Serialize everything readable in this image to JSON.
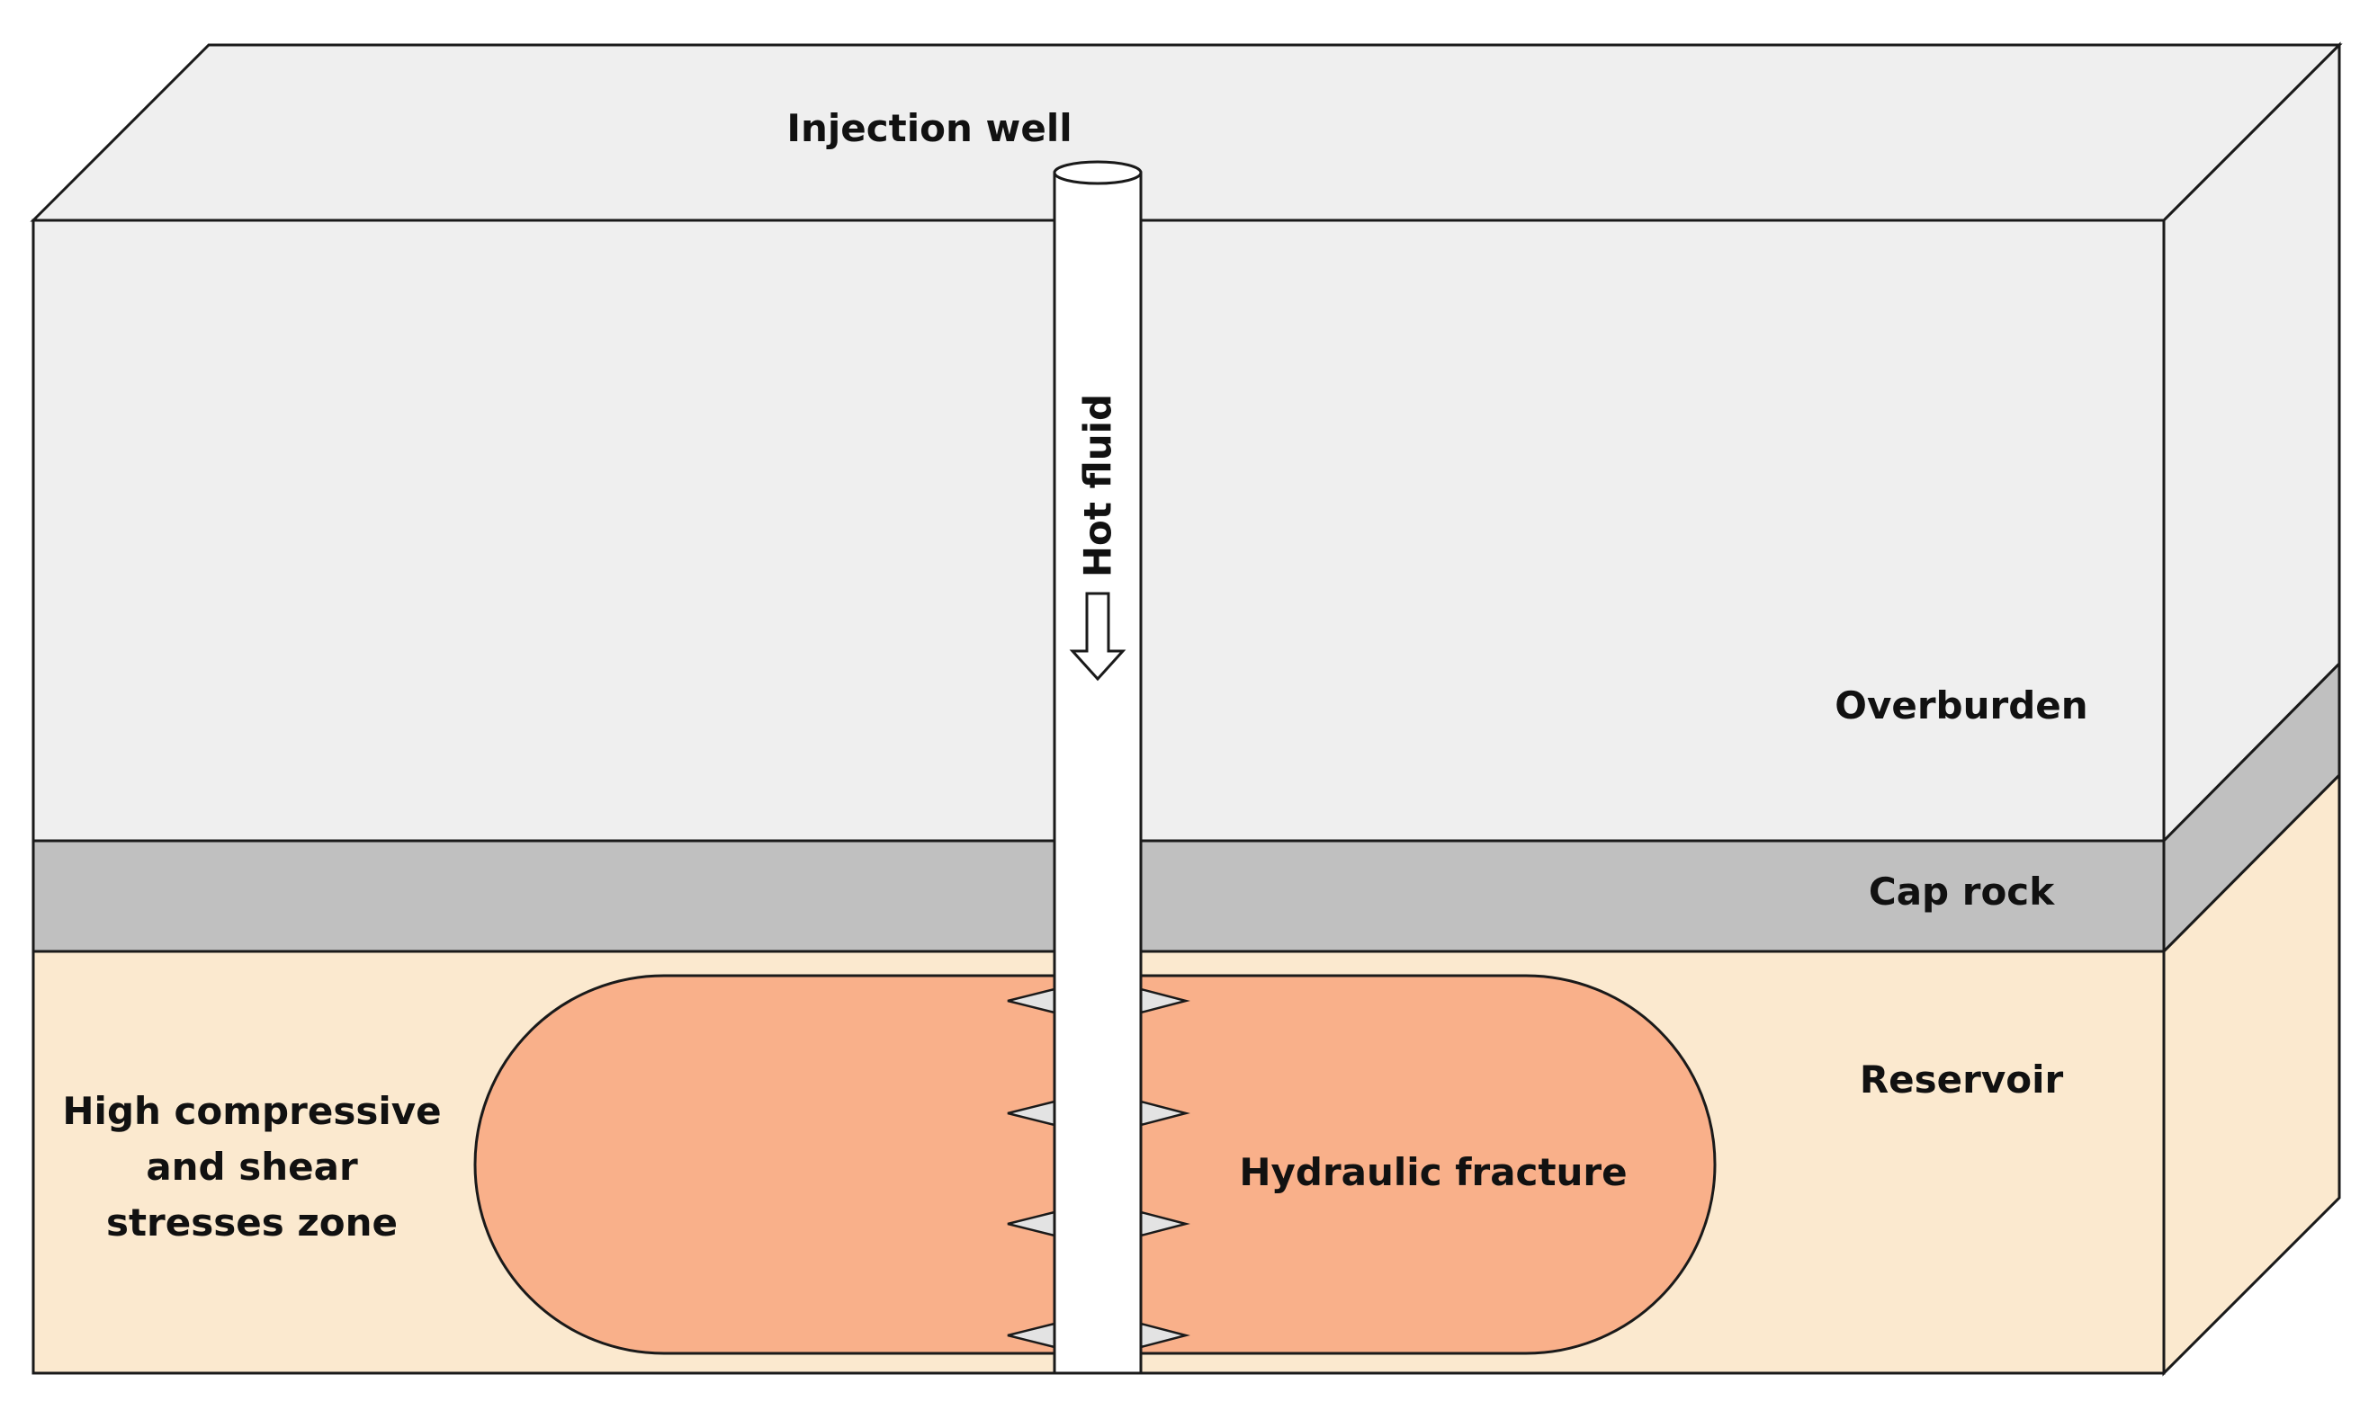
{
  "labels": {
    "injection_well": "Injection well",
    "hot_fluid": "Hot fluid",
    "overburden": "Overburden",
    "cap_rock": "Cap rock",
    "reservoir": "Reservoir",
    "hydraulic_fracture": "Hydraulic fracture",
    "stress_zone": [
      "High compressive",
      "and shear",
      "stresses zone"
    ]
  },
  "colors": {
    "overburden": "#efefef",
    "cap_rock": "#c0c0c0",
    "reservoir": "#fbe9cf",
    "fracture": "#f9b08a",
    "outline": "#1a1a1a",
    "well": "#ffffff"
  }
}
